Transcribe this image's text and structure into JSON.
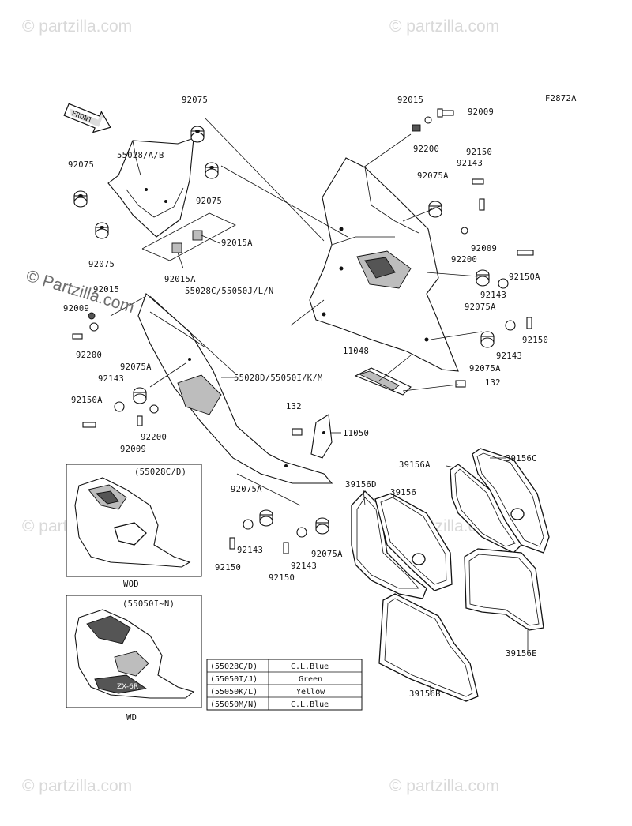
{
  "diagram_code": "F2872A",
  "front_label": "FRONT",
  "watermark": "© Partzilla.com",
  "watermark_short": "© partzilla.com",
  "labels": {
    "l92075_top": "92075",
    "l55028AB": "55028/A/B",
    "l92075_left": "92075",
    "l92075_mid": "92075",
    "l92075_low": "92075",
    "l92015A_r": "92015A",
    "l92015A_b": "92015A",
    "l55028C": "55028C/55050J/L/N",
    "l92015_top": "92015",
    "l92009_top": "92009",
    "l92200_top": "92200",
    "l92150_top": "92150",
    "l92143_top": "92143",
    "l92075A_top": "92075A",
    "l92009_mid": "92009",
    "l92200_mid": "92200",
    "l92150A_r": "92150A",
    "l92143_r": "92143",
    "l92075A_r": "92075A",
    "l92150_r": "92150",
    "l92143_r2": "92143",
    "l92075A_r2": "92075A",
    "l11048": "11048",
    "l132_r": "132",
    "l92015_left": "92015",
    "l92009_left": "92009",
    "l92200_left": "92200",
    "l92075A_left": "92075A",
    "l92143_left": "92143",
    "l92150A_left": "92150A",
    "l92200_left2": "92200",
    "l92009_left2": "92009",
    "l55028D": "55028D/55050I/K/M",
    "l132_mid": "132",
    "l11050": "11050",
    "l92075A_bot": "92075A",
    "l92143_bot": "92143",
    "l92150_bot": "92150",
    "l92150_bot2": "92150",
    "l92143_bot2": "92143",
    "l92075A_bot2": "92075A",
    "l39156A": "39156A",
    "l39156C": "39156C",
    "l39156D": "39156D",
    "l39156": "39156",
    "l39156E": "39156E",
    "l39156B": "39156B"
  },
  "inset_wod": {
    "header": "(55028C/D)",
    "caption": "WOD"
  },
  "inset_wd": {
    "header": "(55050I~N)",
    "caption": "WD"
  },
  "color_table": [
    {
      "part": "(55028C/D)",
      "color": "C.L.Blue"
    },
    {
      "part": "(55050I/J)",
      "color": "Green"
    },
    {
      "part": "(55050K/L)",
      "color": "Yellow"
    },
    {
      "part": "(55050M/N)",
      "color": "C.L.Blue"
    }
  ]
}
